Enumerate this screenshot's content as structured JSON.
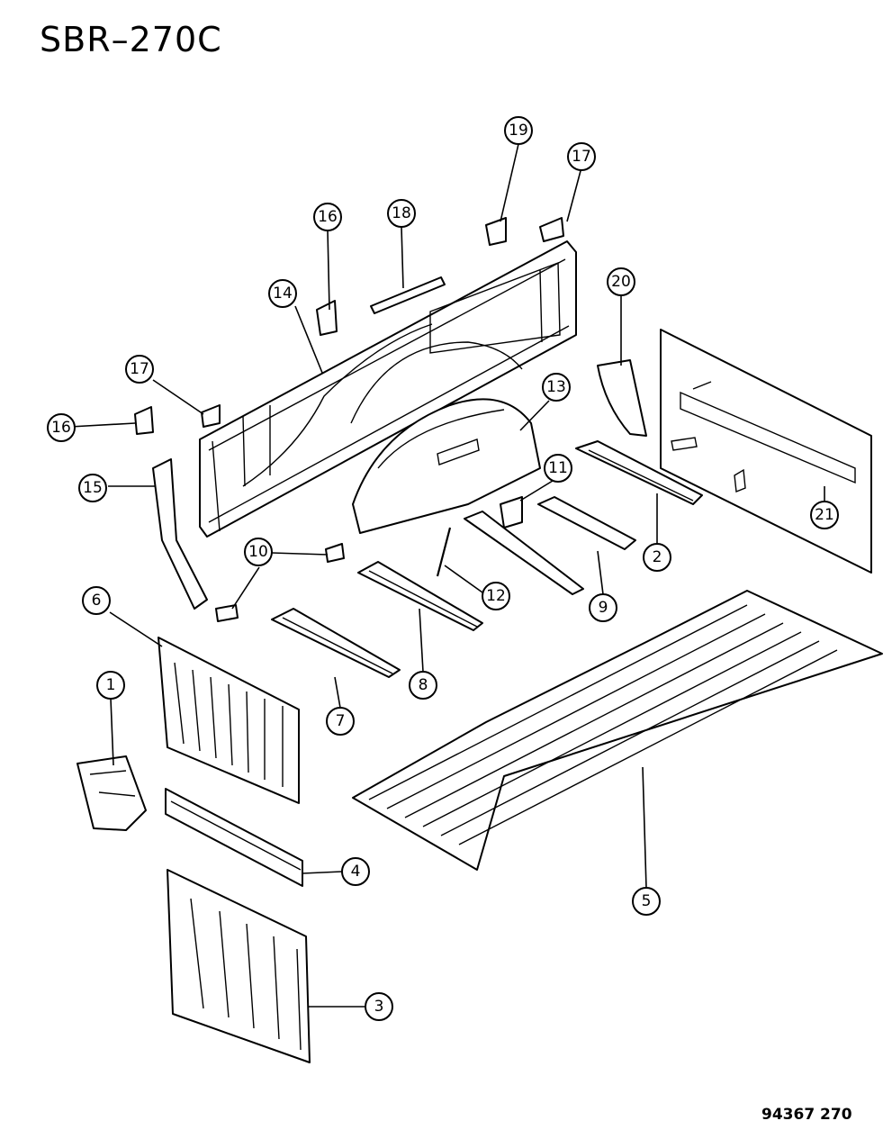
{
  "title": "SBR–270C",
  "figure_code": "94367  270",
  "callouts": [
    {
      "id": "c1",
      "label": "1"
    },
    {
      "id": "c2",
      "label": "2"
    },
    {
      "id": "c3",
      "label": "3"
    },
    {
      "id": "c4",
      "label": "4"
    },
    {
      "id": "c5",
      "label": "5"
    },
    {
      "id": "c6",
      "label": "6"
    },
    {
      "id": "c7",
      "label": "7"
    },
    {
      "id": "c8",
      "label": "8"
    },
    {
      "id": "c9",
      "label": "9"
    },
    {
      "id": "c10",
      "label": "10"
    },
    {
      "id": "c11",
      "label": "11"
    },
    {
      "id": "c12",
      "label": "12"
    },
    {
      "id": "c13",
      "label": "13"
    },
    {
      "id": "c14",
      "label": "14"
    },
    {
      "id": "c15",
      "label": "15"
    },
    {
      "id": "c16a",
      "label": "16"
    },
    {
      "id": "c16b",
      "label": "16"
    },
    {
      "id": "c17a",
      "label": "17"
    },
    {
      "id": "c17b",
      "label": "17"
    },
    {
      "id": "c18",
      "label": "18"
    },
    {
      "id": "c19",
      "label": "19"
    },
    {
      "id": "c20",
      "label": "20"
    },
    {
      "id": "c21",
      "label": "21"
    }
  ]
}
